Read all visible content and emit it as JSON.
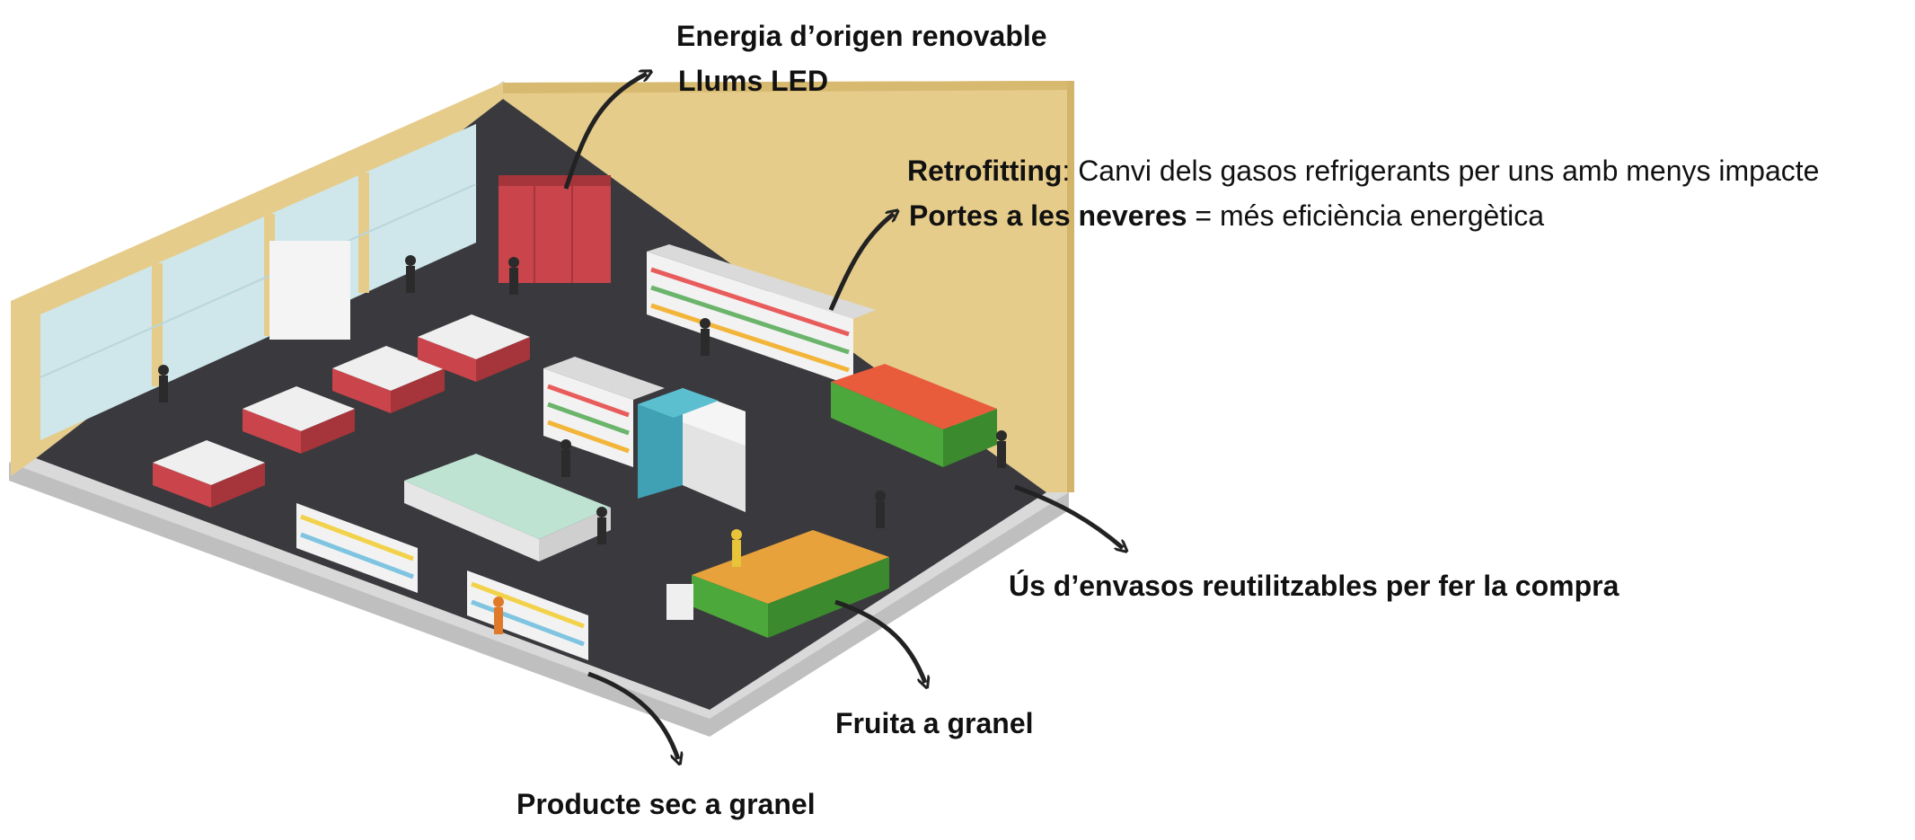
{
  "annotations": {
    "energy_line1": "Energia d’origen renovable",
    "energy_line2": "Llums LED",
    "retrofit_term": "Retrofitting",
    "retrofit_text": ": Canvi dels gasos refrigerants per uns amb menys impacte",
    "doors_term": "Portes a les neveres",
    "doors_text": " = més eficiència energètica",
    "reusable": "Ús d’envasos reutilitzables per fer la compra",
    "fruit": "Fruita a granel",
    "dry": "Producte sec a granel"
  },
  "colors": {
    "wall": "#E6CC8A",
    "floor": "#3A3A3E",
    "base": "#CFCFCF",
    "glass": "#CFE6EA",
    "red_counter": "#C9454B",
    "green_crate": "#4DA83B",
    "fridge": "#3FA1B3"
  },
  "icons": [
    "arrow-energy-icon",
    "arrow-retrofit-icon",
    "arrow-reusable-icon",
    "arrow-fruit-icon",
    "arrow-dry-icon"
  ]
}
